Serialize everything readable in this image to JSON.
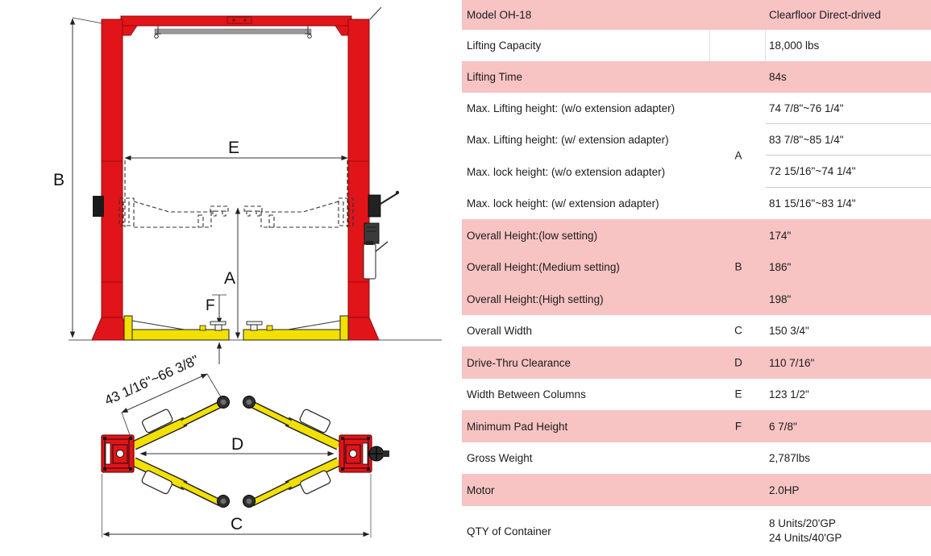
{
  "colors": {
    "pink_row": "#f7c3c3",
    "red": "#e11419",
    "yellow": "#f2e000",
    "gray_bar": "#999999"
  },
  "diagram": {
    "labels": {
      "a": "A",
      "b": "B",
      "c": "C",
      "d": "D",
      "e": "E",
      "f": "F"
    },
    "arm_length": "43 1/16\"~66 3/8\""
  },
  "table": {
    "letters": {
      "a": "A",
      "b": "B",
      "c": "C",
      "d": "D",
      "e": "E",
      "f": "F"
    },
    "rows": [
      {
        "label": "Model OH-18",
        "value": "Clearfloor Direct-drived"
      },
      {
        "label": "Lifting Capacity",
        "value": "18,000 lbs"
      },
      {
        "label": "Lifting Time",
        "value": "84s"
      },
      {
        "label": "Max. Lifting height: (w/o extension adapter)",
        "value": "74 7/8\"~76 1/4\""
      },
      {
        "label": "Max. Lifting height:  (w/ extension adapter)",
        "value": "83 7/8\"~85 1/4\""
      },
      {
        "label": "Max. lock height:  (w/o extension adapter)",
        "value": "72 15/16\"~74 1/4\""
      },
      {
        "label": "Max. lock height:  (w/ extension adapter)",
        "value": "81 15/16\"~83 1/4\""
      },
      {
        "label": "Overall Height:(low setting)",
        "value": "174\""
      },
      {
        "label": "Overall Height:(Medium setting)",
        "value": "186\""
      },
      {
        "label": "Overall Height:(High setting)",
        "value": "198\""
      },
      {
        "label": "Overall Width",
        "value": "150 3/4\""
      },
      {
        "label": "Drive-Thru Clearance",
        "value": "110 7/16\""
      },
      {
        "label": "Width Between Columns",
        "value": "123 1/2\""
      },
      {
        "label": "Minimum Pad Height",
        "value": "6 7/8\""
      },
      {
        "label": "Gross Weight",
        "value": "2,787lbs"
      },
      {
        "label": "Motor",
        "value": "2.0HP"
      },
      {
        "label": "QTY of Container",
        "value_line1": "8 Units/20'GP",
        "value_line2": "24 Units/40'GP"
      }
    ]
  }
}
